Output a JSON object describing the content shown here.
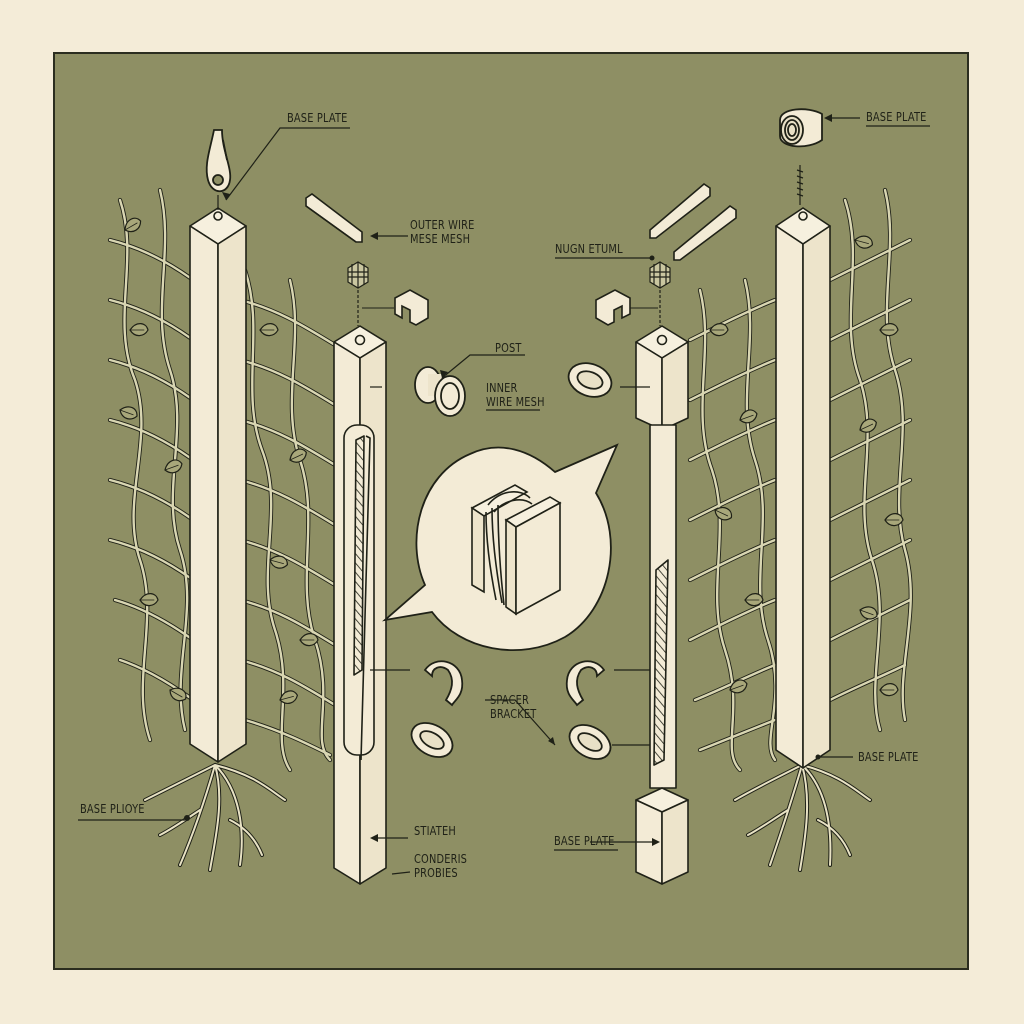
{
  "diagram": {
    "title": "",
    "colors": {
      "page_background": "#f4ecd8",
      "panel_background": "#8e8f64",
      "outline": "#1f2117",
      "part_fill": "#f3ebd6",
      "vine": "#d9d6b2"
    },
    "labels": [
      {
        "id": "top-left-base-plate",
        "lines": [
          "BASE PLATE"
        ]
      },
      {
        "id": "outer-wire-mesh",
        "lines": [
          "OUTER WIRE",
          "MESE MESH"
        ]
      },
      {
        "id": "nugn-etuml",
        "lines": [
          "NUGN ETUML"
        ]
      },
      {
        "id": "top-right-base-plate",
        "lines": [
          "BASE PLATE"
        ]
      },
      {
        "id": "post",
        "lines": [
          "POST"
        ]
      },
      {
        "id": "inner-wire-mesh",
        "lines": [
          "INNER",
          "WIRE MESH"
        ]
      },
      {
        "id": "spacer-bracket",
        "lines": [
          "SPACER",
          "BRACKET"
        ]
      },
      {
        "id": "right-base-plate",
        "lines": [
          "BASE PLATE"
        ]
      },
      {
        "id": "bottom-left-base-ploye",
        "lines": [
          "BASE PLIOYE"
        ]
      },
      {
        "id": "stiateh",
        "lines": [
          "STIATEH"
        ]
      },
      {
        "id": "conderis-probies",
        "lines": [
          "CONDERIS",
          "PROBIES"
        ]
      },
      {
        "id": "bottom-center-base-plate",
        "lines": [
          "BASE PLATE"
        ]
      }
    ],
    "components": [
      "left-outer-post",
      "left-inner-post",
      "right-inner-post",
      "right-outer-post",
      "left-vine-trellis",
      "right-vine-trellis",
      "center-callout-folded-mesh",
      "hook-fastener",
      "threaded-cap",
      "rail-brackets",
      "c-clips",
      "oval-clamps",
      "double-flange-spool",
      "root-systems"
    ]
  }
}
